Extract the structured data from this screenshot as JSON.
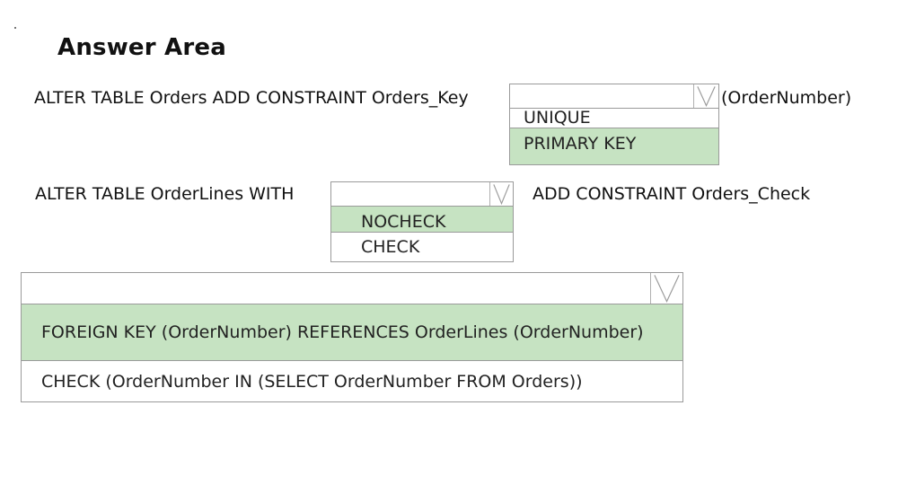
{
  "title": "Answer Area",
  "statement1": {
    "prefix": "ALTER TABLE Orders ADD CONSTRAINT Orders_Key",
    "suffix": "(OrderNumber)",
    "dropdown": {
      "options": [
        "UNIQUE",
        "PRIMARY KEY"
      ],
      "selected": "PRIMARY KEY"
    }
  },
  "statement2": {
    "prefix": "ALTER TABLE OrderLines WITH",
    "suffix": "ADD CONSTRAINT Orders_Check",
    "dropdown": {
      "options": [
        "NOCHECK",
        "CHECK"
      ],
      "selected": "NOCHECK"
    }
  },
  "statement3": {
    "dropdown": {
      "options": [
        "FOREIGN KEY (OrderNumber) REFERENCES OrderLines (OrderNumber)",
        "CHECK (OrderNumber IN (SELECT OrderNumber FROM Orders))"
      ],
      "selected": "FOREIGN KEY (OrderNumber) REFERENCES OrderLines (OrderNumber)"
    }
  },
  "colors": {
    "selected_bg": "#c6e3c2",
    "border": "#9a9a9a"
  }
}
